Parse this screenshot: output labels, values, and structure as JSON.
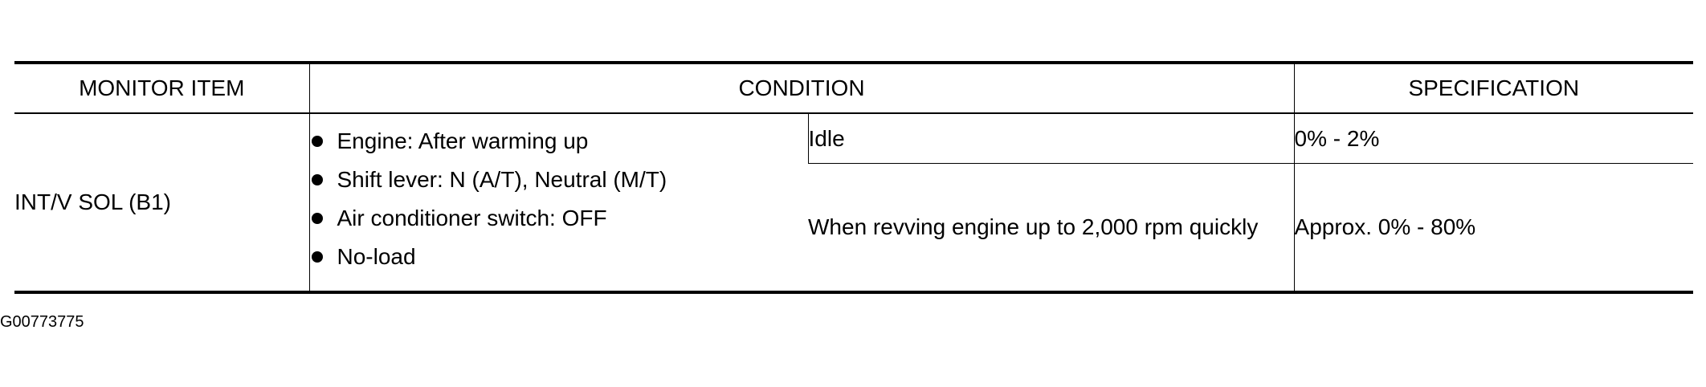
{
  "table": {
    "headers": {
      "monitor_item": "MONITOR ITEM",
      "condition": "CONDITION",
      "specification": "SPECIFICATION"
    },
    "monitor_item": "INT/V SOL (B1)",
    "conditions": [
      "Engine: After warming up",
      "Shift lever: N (A/T), Neutral (M/T)",
      "Air conditioner switch: OFF",
      "No-load"
    ],
    "rows": [
      {
        "condition": "Idle",
        "specification": "0% - 2%"
      },
      {
        "condition": "When revving engine up to 2,000 rpm quickly",
        "specification": "Approx. 0% - 80%"
      }
    ]
  },
  "footer": {
    "code": "G00773775"
  }
}
